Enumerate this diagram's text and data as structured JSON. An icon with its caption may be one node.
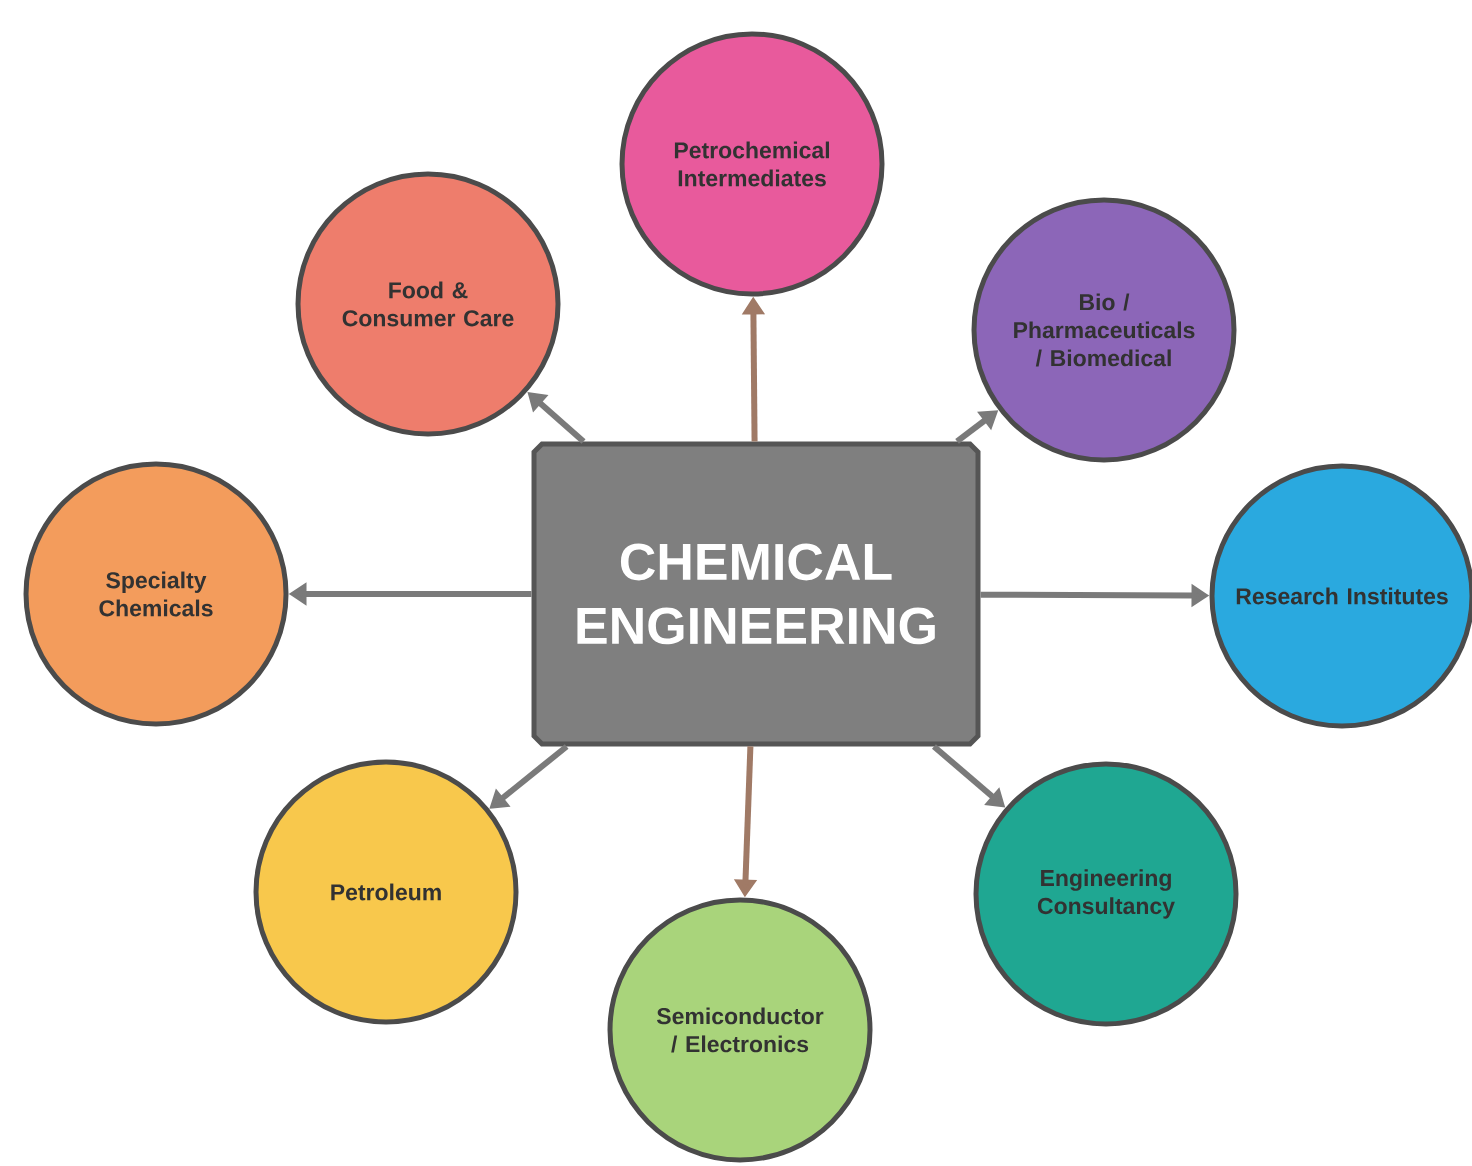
{
  "diagram": {
    "nodes": [
      {
        "text": [
          "Petrochemical Intermediates"
        ]
      },
      {
        "text": [
          "Food & Consumer Care"
        ]
      },
      {
        "text": [
          "Bio / Pharmaceuticals / Biomedical"
        ]
      },
      {
        "text": [
          "Specialty Chemicals"
        ]
      },
      {
        "text": [
          "CHEMICAL ENGINEERING"
        ]
      },
      {
        "text": [
          "Research Institutes"
        ]
      },
      {
        "text": [
          "Petroleum"
        ]
      },
      {
        "text": [
          "Engineering Consultancy"
        ]
      },
      {
        "text": [
          "Semiconductor / Electronics"
        ]
      }
    ],
    "edges": [
      {
        "from": 4,
        "to": 0,
        "arrow": "to",
        "color": "#a07a66"
      },
      {
        "from": 4,
        "to": 1,
        "arrow": "to"
      },
      {
        "from": 4,
        "to": 2,
        "arrow": "to"
      },
      {
        "from": 4,
        "to": 3,
        "arrow": "to"
      },
      {
        "from": 4,
        "to": 5,
        "arrow": "to"
      },
      {
        "from": 4,
        "to": 6,
        "arrow": "to"
      },
      {
        "from": 4,
        "to": 7,
        "arrow": "to"
      },
      {
        "from": 4,
        "to": 8,
        "arrow": "to",
        "color": "#a07a66"
      }
    ]
  }
}
